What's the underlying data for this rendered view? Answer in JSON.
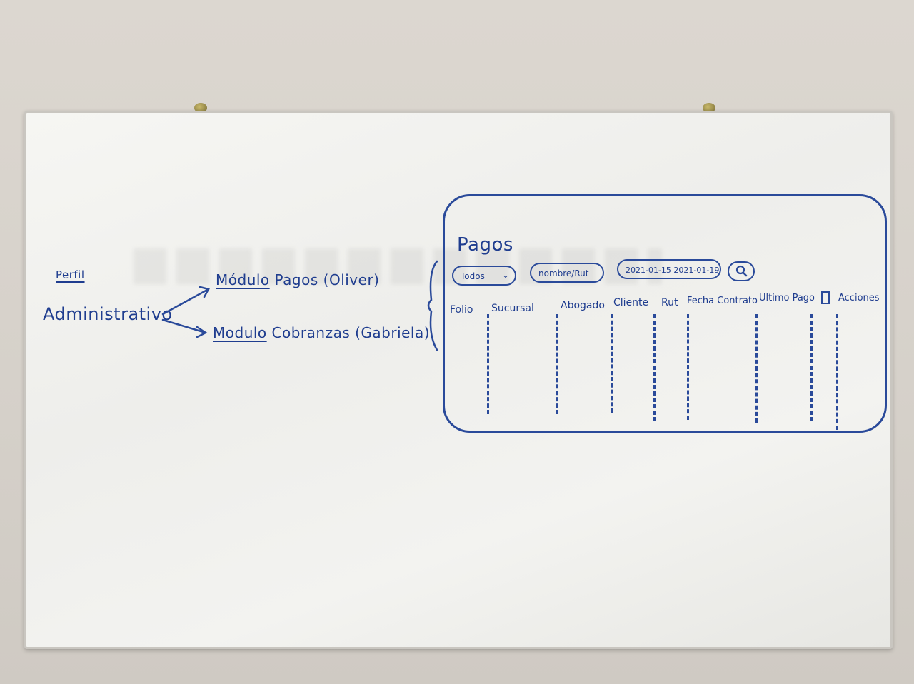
{
  "profile": {
    "label": "Perfil",
    "role": "Administrativo"
  },
  "modules": [
    {
      "name": "Módulo",
      "title": "Pagos (Oliver)"
    },
    {
      "name": "Modulo",
      "title": "Cobranzas (Gabriela)"
    }
  ],
  "mockup": {
    "title": "Pagos",
    "filter_select": "Todos",
    "filter_select_icon": "chevron-down-icon",
    "search_field": "nombre/Rut",
    "date_range": "2021-01-15  2021-01-19",
    "search_icon": "search-icon",
    "columns": [
      "Folio",
      "Sucursal",
      "Abogado",
      "Cliente",
      "Rut",
      "Fecha Contrato",
      "Ultimo Pago",
      "Acciones"
    ]
  },
  "colors": {
    "marker": "#1f3d8f",
    "board": "#f3f3f0",
    "wall": "#d6d1ca"
  }
}
